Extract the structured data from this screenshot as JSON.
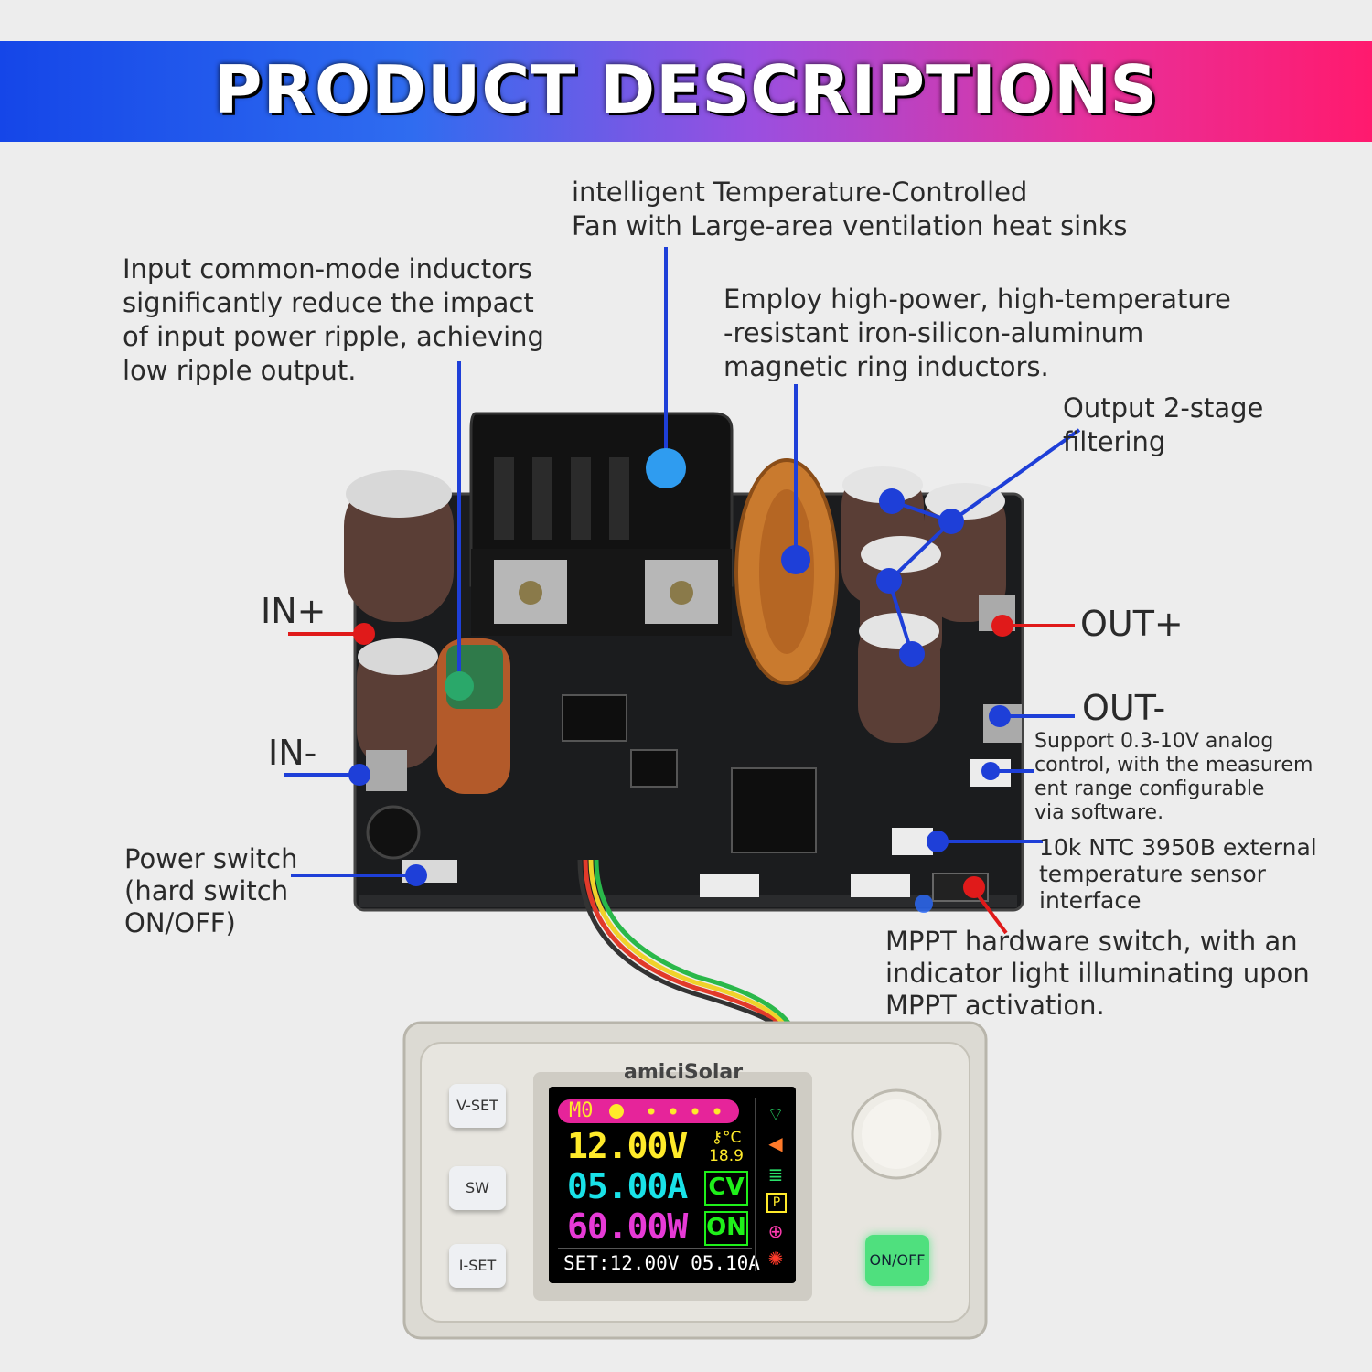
{
  "banner": {
    "title": "PRODUCT DESCRIPTIONS"
  },
  "callouts": {
    "fan": "intelligent Temperature-Controlled\nFan with Large-area ventilation heat sinks",
    "input_inductor": "Input common-mode inductors\nsignificantly reduce the impact\nof input power ripple, achieving\nlow ripple output.",
    "ring_inductor": "Employ high-power, high-temperature\n-resistant iron-silicon-aluminum\nmagnetic ring inductors.",
    "output_filter": "Output 2-stage\n    filtering",
    "in_plus": "IN+",
    "in_minus": "IN-",
    "out_plus": "OUT+",
    "out_minus": "OUT-",
    "analog": "Support 0.3-10V analog\ncontrol, with the measurem\nent range configurable\nvia software.",
    "ntc": "10k NTC 3950B external\ntemperature sensor\ninterface",
    "power_switch": "Power switch\n(hard switch\nON/OFF)",
    "mppt": "MPPT hardware switch, with an\nindicator light illuminating upon\nMPPT activation."
  },
  "device": {
    "brand": "amiciSolar",
    "buttons": {
      "vset": "V-SET",
      "sw": "SW",
      "iset": "I-SET",
      "onoff": "ON/OFF"
    },
    "lcd": {
      "mode": "M0",
      "voltage": "12.00V",
      "current": "05.00A",
      "power": "60.00W",
      "temperature": "18.9",
      "temp_unit": "°C",
      "cv_badge": "CV",
      "on_badge": "ON",
      "set_line": "SET:12.00V 05.10A",
      "p_icon": "P"
    }
  },
  "colors": {
    "marker_blue": "#1e3fd8",
    "marker_red": "#e01a1a",
    "lcd_yellow": "#ffea2a",
    "lcd_cyan": "#19e2e8",
    "lcd_magenta": "#e63ad6",
    "lcd_green": "#1ff01a"
  }
}
